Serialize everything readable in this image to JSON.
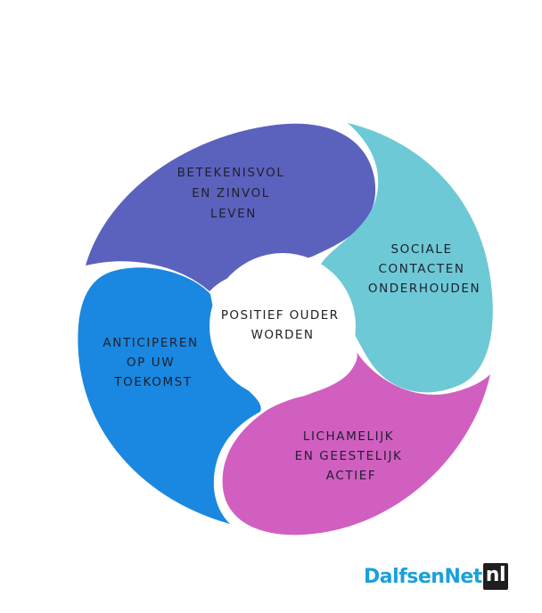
{
  "segments": {
    "top": {
      "lines": [
        "BETEKENISVOL",
        "EN ZINVOL",
        "LEVEN"
      ],
      "color": "#5b62bd"
    },
    "right": {
      "lines": [
        "SOCIALE",
        "CONTACTEN",
        "ONDERHOUDEN"
      ],
      "color": "#6ec9d6"
    },
    "bottom": {
      "lines": [
        "LICHAMELIJK",
        "EN GEESTELIJK",
        "ACTIEF"
      ],
      "color": "#d15fc0"
    },
    "left": {
      "lines": [
        "ANTICIPEREN",
        "OP UW",
        "TOEKOMST"
      ],
      "color": "#1a88e0"
    }
  },
  "center": {
    "lines": [
      "POSITIEF OUDER",
      "WORDEN"
    ]
  },
  "brand": {
    "part1": "DalfsenNet",
    "part2": "nl",
    "color": "#1aa1d8"
  }
}
